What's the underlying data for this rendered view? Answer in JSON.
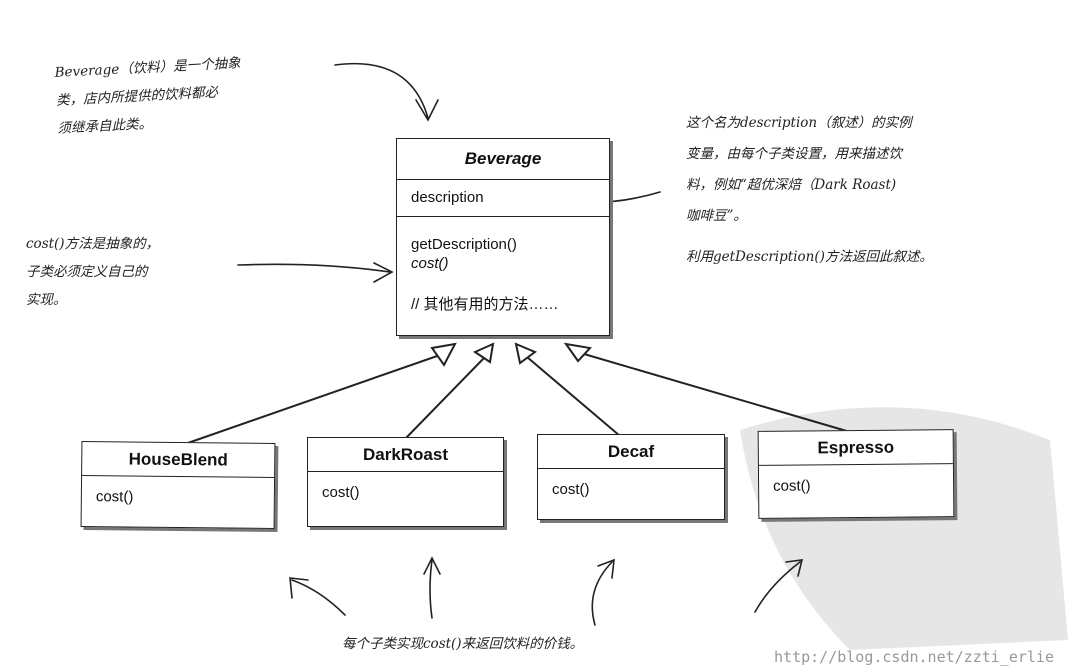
{
  "superclass": {
    "name": "Beverage",
    "attribute": "description",
    "methods": [
      "getDescription()",
      "cost()"
    ],
    "comment": "// 其他有用的方法……"
  },
  "subclasses": [
    {
      "name": "HouseBlend",
      "method": "cost()"
    },
    {
      "name": "DarkRoast",
      "method": "cost()"
    },
    {
      "name": "Decaf",
      "method": "cost()"
    },
    {
      "name": "Espresso",
      "method": "cost()"
    }
  ],
  "notes": {
    "beverage_note": [
      "Beverage（饮料）是一个抽象",
      "类，店内所提供的饮料都必",
      "须继承自此类。"
    ],
    "cost_note": [
      "cost()方法是抽象的，",
      "子类必须定义自己的",
      "实现。"
    ],
    "description_note": [
      "这个名为description（叙述）的实例",
      "变量，由每个子类设置，用来描述饮",
      "料，例如“超优深焙（Dark Roast)",
      "咖啡豆”。"
    ],
    "getdescription_note": "利用getDescription()方法返回此叙述。",
    "bottom_note": "每个子类实现cost()来返回饮料的价钱。"
  },
  "watermark": "http://blog.csdn.net/zzti_erlie"
}
